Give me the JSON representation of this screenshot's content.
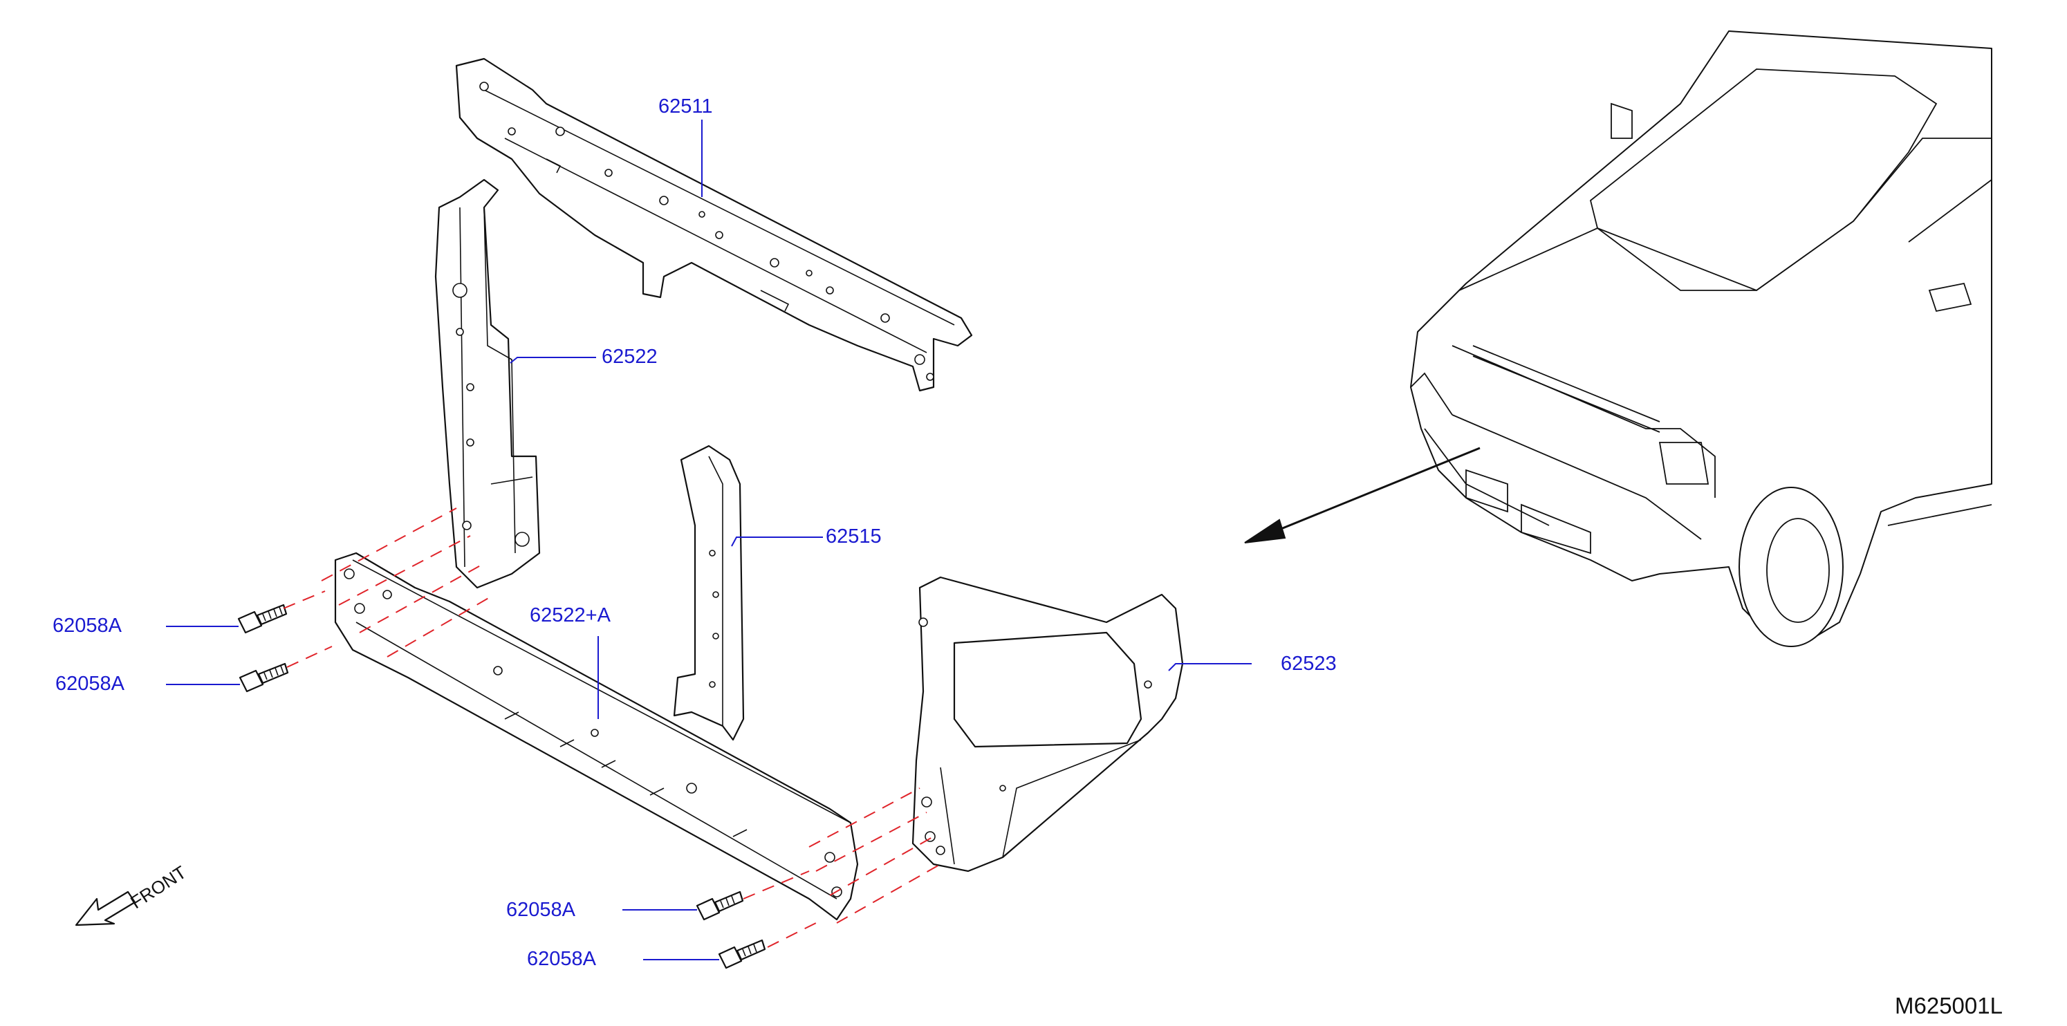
{
  "callouts": {
    "upper_support": "62511",
    "side_support_left": "62522",
    "center_stay": "62515",
    "lower_support": "62522+A",
    "side_support_right": "62523",
    "bolt_1": "62058A",
    "bolt_2": "62058A",
    "bolt_3": "62058A",
    "bolt_4": "62058A"
  },
  "front_label": "FRONT",
  "reference_code": "M625001L",
  "colors": {
    "callout_text": "#1a1ad0",
    "leader_line": "#1a1ad0",
    "fastener_dash": "#e0242a",
    "line_art": "#111111"
  }
}
